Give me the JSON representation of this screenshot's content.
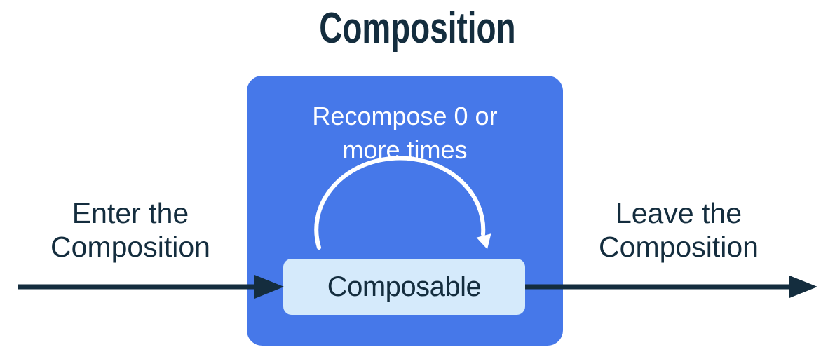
{
  "title": "Composition",
  "container": {
    "recompose_label": "Recompose 0 or\nmore times",
    "composable_label": "Composable"
  },
  "flow": {
    "enter_label": "Enter the\nComposition",
    "leave_label": "Leave the\nComposition"
  },
  "colors": {
    "container_blue": "#4678E9",
    "composable_light_blue": "#D5EAFB",
    "text_navy": "#142D3E",
    "arc_white": "#FFFFFF",
    "background": "#FFFFFF"
  }
}
